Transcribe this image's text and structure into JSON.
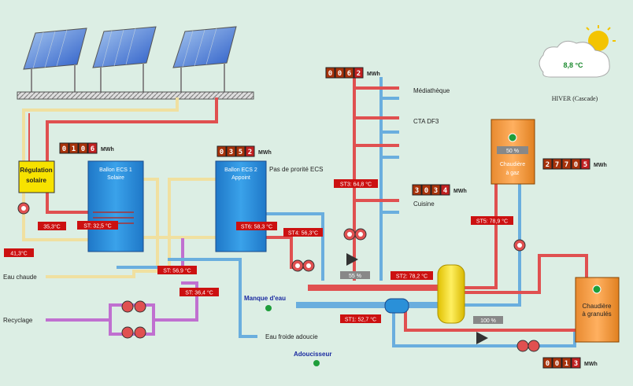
{
  "weather": {
    "temperature": "8,8 °C",
    "mode": "HIVER (Cascade)"
  },
  "counters": {
    "solar": {
      "digits": [
        "0",
        "1",
        "0",
        "6"
      ],
      "unit": "MWh"
    },
    "ecs2": {
      "digits": [
        "0",
        "3",
        "5",
        "2"
      ],
      "unit": "MWh"
    },
    "mediatheque": {
      "digits": [
        "0",
        "0",
        "6",
        "2"
      ],
      "unit": "MWh"
    },
    "cuisine": {
      "digits": [
        "3",
        "0",
        "3",
        "4"
      ],
      "unit": "MWh"
    },
    "gaz": {
      "digits": [
        "2",
        "7",
        "7",
        "0",
        "5"
      ],
      "unit": "MWh"
    },
    "granules": {
      "digits": [
        "0",
        "0",
        "1",
        "3"
      ],
      "unit": "MWh"
    }
  },
  "labels": {
    "regulation": "Régulation",
    "regulation2": "solaire",
    "ballon1_l1": "Ballon ECS 1",
    "ballon1_l2": "Solaire",
    "ballon2_l1": "Ballon ECS 2",
    "ballon2_l2": "Appoint",
    "pas_priorite": "Pas de prorité ECS",
    "mediatheque": "Médiathèque",
    "cta": "CTA DF3",
    "cuisine": "Cuisine",
    "chaudiere_gaz_l1": "Chaudière",
    "chaudiere_gaz_l2": "à gaz",
    "chaudiere_gran_l1": "Chaudière",
    "chaudiere_gran_l2": "à granulés",
    "eau_chaude": "Eau chaude",
    "recyclage": "Recyclage",
    "manque_eau": "Manque d'eau",
    "eau_froide": "Eau froide adoucie",
    "adoucisseur": "Adoucisseur"
  },
  "temps": {
    "t353": "35,3°C",
    "t413": "41,3°C",
    "st1b": "ST: 32,5 °C",
    "st6": "ST6: 58,3 °C",
    "st4": "ST4: 56,3°C",
    "st_569": "ST: 56,9 °C",
    "st_364": "ST: 36,4 °C",
    "st3": "ST3: 64,8 °C",
    "st5": "ST5: 78,9 °C",
    "st2": "ST2: 78,2 °C",
    "st1": "ST1: 52,7 °C"
  },
  "percents": {
    "gaz": "50 %",
    "valve_center": "55 %",
    "valve_bottom": "100 %"
  },
  "colors": {
    "hot": "#e05050",
    "cold": "#6aaede",
    "warm": "#f0e0a0",
    "purple": "#c070d0",
    "tank": "#2a90d8",
    "tag": "#cc1111"
  }
}
